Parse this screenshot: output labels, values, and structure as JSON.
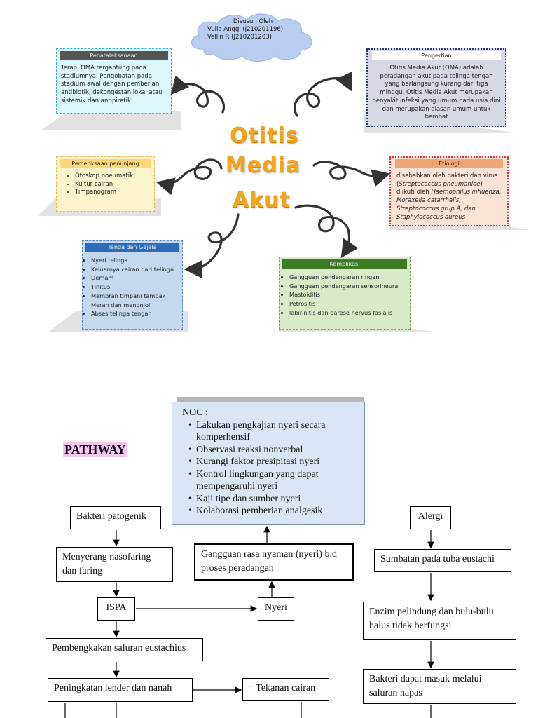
{
  "cloud": {
    "line1": "Disusun Oleh",
    "line2": "Vulia Anggi   (J210201196)",
    "line3": "Vellin R         (J210201203)"
  },
  "title": {
    "w1": "Otitis",
    "w2": "Media",
    "w3": "Akut"
  },
  "penatalaksanaan": {
    "heading": "Penatalaksanaan",
    "text": "Terapi OMA tergantung pada stadiumnya. Pengobatan pada stadium awal dengan pemberian antibiotik, dekongestan lokal atau sistemik dan antipiretik"
  },
  "pengertian": {
    "heading": "Pengertian",
    "text": "Otitis Media Akut (OMA) adalah peradangan akut pada telinga tengah yang berlangsung kurang dari tiga minggu. Otitis Media Akut merupakan penyakit infeksi yang umum pada usia dini dan merupakan alasan umum untuk berobat"
  },
  "pemeriksaan": {
    "heading": "Pemeriksaan penunjang",
    "items": [
      "Otoskop pneumatik",
      "Kultur cairan",
      "Timpanogram"
    ]
  },
  "etiologi": {
    "heading": "Etiologi",
    "p1": "disebabkan oleh bakteri dan virus (",
    "p2": "Streptococcus pneumaniae",
    "p3": ") diikuti oleh ",
    "p4": "Haemophilus influenza, Moraxella catarrhalis, Streptococcus grup A, dan Staphylococcus aureus"
  },
  "tanda": {
    "heading": "Tanda dan Gejala",
    "items": [
      "Nyeri telinga",
      "Keluarnya cairan dari telinga",
      "Demam",
      "Tinitus",
      "Membran timpani tampak Merah dan menonjol",
      "Abses telinga tengah"
    ]
  },
  "komplikasi": {
    "heading": "Komplikasi",
    "items": [
      "Gangguan pendengaran ringan",
      "Gangguan pendengaran sensorineural",
      "Mastoiditis",
      "Petrositis",
      "labirinitis dan parese nervus fasialis"
    ]
  },
  "pathway": {
    "title": "PATHWAY",
    "noc": {
      "heading": "NOC :",
      "items": [
        "Lakukan pengkajian nyeri secara komperhensif",
        "Observasi reaksi nonverbal",
        "Kurangi faktor presipitasi nyeri",
        "Kontrol lingkungan yang dapat mempengaruhi nyeri",
        "Kaji tipe dan sumber nyeri",
        "Kolaborasi pemberian analgesik"
      ]
    },
    "bakteri": "Bakteri patogenik",
    "menyerang": "Menyerang nasofaring dan faring",
    "ispa": "ISPA",
    "nyeri": "Nyeri",
    "gangguan": "Gangguan rasa nyaman (nyeri) b.d proses peradangan",
    "pembengkakan": "Pembengkakan saluran eustachius",
    "peningkatan": "Peningkatan lender dan nanah",
    "tekanan": "↑ Tekanan cairan",
    "alergi": "Alergi",
    "sumbatan": "Sumbatan pada tuba eustachi",
    "enzim": "Enzim pelindung dan bulu-bulu halus tidak berfungsi",
    "bakteri_masuk": "Bakteri dapat masuk melalui saluran napas"
  },
  "colors": {
    "title_orange": "#f2a41a",
    "cloud_blue": "#b9cdf0",
    "pink_highlight": "#f6c8f0"
  }
}
